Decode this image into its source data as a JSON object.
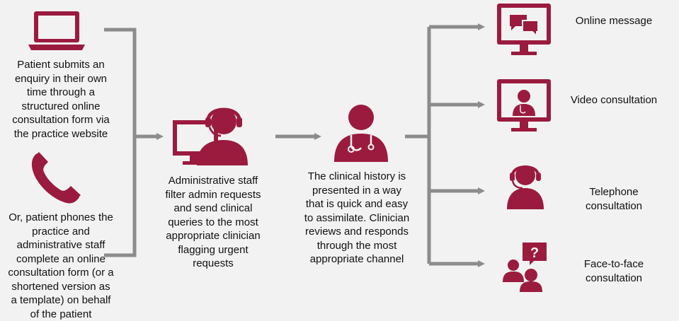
{
  "colors": {
    "accent": "#9b1b3f",
    "connector": "#8c8c8c",
    "background": "#f2f2f2"
  },
  "sources": {
    "online": {
      "icon": "laptop-icon",
      "lines": [
        "Patient submits an",
        "enquiry in their own",
        "time through a",
        "structured online",
        "consultation form via",
        "the practice website"
      ]
    },
    "phone": {
      "icon": "phone-handset-icon",
      "lines": [
        "Or, patient phones the",
        "practice and",
        "administrative staff",
        "complete an online",
        "consultation form (or a",
        "shortened version as",
        "a template) on behalf",
        "of the patient"
      ]
    }
  },
  "admin": {
    "icon": "admin-headset-computer-icon",
    "lines": [
      "Administrative staff",
      "filter admin requests",
      "and send clinical",
      "queries to the most",
      "appropriate clinician",
      "flagging urgent",
      "requests"
    ]
  },
  "clinician": {
    "icon": "clinician-stethoscope-icon",
    "lines": [
      "The clinical history is",
      "presented in a way",
      "that is quick and easy",
      "to assimilate. Clinician",
      "reviews and responds",
      "through the most",
      "appropriate channel"
    ]
  },
  "channels": [
    {
      "icon": "online-message-icon",
      "lines": [
        "Online message"
      ]
    },
    {
      "icon": "video-consultation-icon",
      "lines": [
        "Video consultation"
      ]
    },
    {
      "icon": "telephone-headset-icon",
      "lines": [
        "Telephone",
        "consultation"
      ]
    },
    {
      "icon": "face-to-face-icon",
      "lines": [
        "Face-to-face",
        "consultation"
      ]
    }
  ]
}
